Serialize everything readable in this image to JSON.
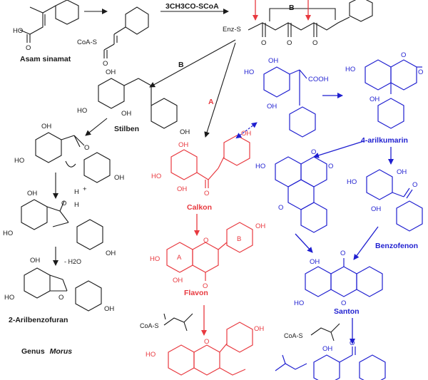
{
  "colors": {
    "black": "#1a1a1a",
    "red": "#e8393f",
    "blue": "#1f1fd0"
  },
  "labels": {
    "asam_sinamat": "Asam sinamat",
    "reagent": "3CH3CO-SCoA",
    "enz_s": "Enz-S",
    "b_top": "B",
    "b_left": "B",
    "a": "A",
    "stilben": "Stilben",
    "calkon": "Calkon",
    "arilkumarin": "4-arilkumarin",
    "benzofenon": "Benzofenon",
    "flavon": "Flavon",
    "santon": "Santon",
    "arilbenzofuran": "2-Arilbenzofuran",
    "genus": "Genus",
    "morus": "Morus",
    "minus_water": "- H2O",
    "coa_s_1": "CoA-S",
    "coa_s_2": "CoA-S",
    "coa_s_3": "CoA-S",
    "ring_a": "A",
    "ring_b": "B",
    "cooh": "COOH",
    "h_plus": "H",
    "plus": "+",
    "o_h": "O",
    "h_sub": "H"
  },
  "atoms": {
    "oh": "OH",
    "ho": "HO",
    "o": "O",
    "h": "H"
  }
}
